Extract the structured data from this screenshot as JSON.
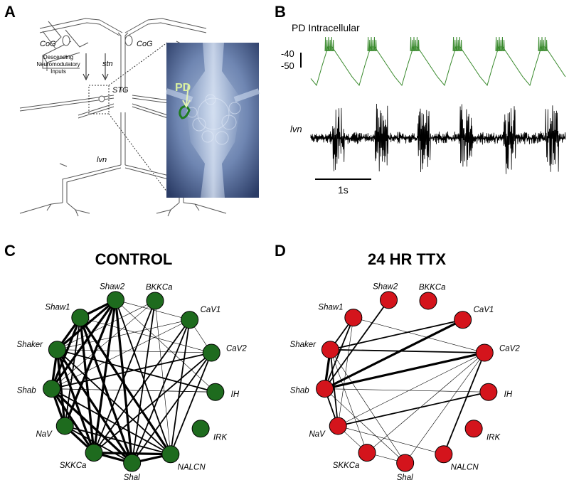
{
  "panel_a": {
    "letter": "A",
    "labels": {
      "cog_left": "CoG",
      "cog_right": "CoG",
      "stn": "stn",
      "stg": "STG",
      "lvn": "lvn",
      "descending_1": "Descending",
      "descending_2": "Neuromodulatory",
      "descending_3": "Inputs",
      "pd": "PD"
    },
    "photo_alt": "STG ganglion micrograph"
  },
  "panel_b": {
    "letter": "B",
    "title": "PD Intracellular",
    "scale_top": "-40",
    "scale_bottom": "-50",
    "lvn_label": "lvn",
    "time_scale": "1s",
    "trace_color": "#3a8a2e"
  },
  "panel_c": {
    "letter": "C",
    "title": "CONTROL",
    "node_color": "#1e6b1e"
  },
  "panel_d": {
    "letter": "D",
    "title": "24 HR TTX",
    "node_color": "#d4141c"
  },
  "nodes": [
    "BKKCa",
    "CaV1",
    "CaV2",
    "IH",
    "IRK",
    "NALCN",
    "Shal",
    "SKKCa",
    "NaV",
    "Shab",
    "Shaker",
    "Shaw1",
    "Shaw2"
  ],
  "network_control": {
    "edges": [
      [
        "Shaw2",
        "Shaw1",
        3
      ],
      [
        "Shaw2",
        "Shaker",
        3
      ],
      [
        "Shaw2",
        "Shab",
        3
      ],
      [
        "Shaw2",
        "NaV",
        3
      ],
      [
        "Shaw2",
        "SKKCa",
        3
      ],
      [
        "Shaw2",
        "Shal",
        3
      ],
      [
        "Shaw2",
        "NALCN",
        2
      ],
      [
        "Shaw2",
        "CaV1",
        1
      ],
      [
        "Shaw2",
        "IH",
        1
      ],
      [
        "Shaw1",
        "Shaker",
        3
      ],
      [
        "Shaw1",
        "Shab",
        3
      ],
      [
        "Shaw1",
        "NaV",
        2
      ],
      [
        "Shaw1",
        "SKKCa",
        3
      ],
      [
        "Shaw1",
        "Shal",
        3
      ],
      [
        "Shaw1",
        "NALCN",
        3
      ],
      [
        "Shaw1",
        "CaV2",
        1
      ],
      [
        "Shaker",
        "Shab",
        3
      ],
      [
        "Shaker",
        "NaV",
        3
      ],
      [
        "Shaker",
        "SKKCa",
        3
      ],
      [
        "Shaker",
        "Shal",
        3
      ],
      [
        "Shaker",
        "NALCN",
        2
      ],
      [
        "Shaker",
        "IH",
        2
      ],
      [
        "Shaker",
        "CaV1",
        1
      ],
      [
        "Shab",
        "NaV",
        3
      ],
      [
        "Shab",
        "SKKCa",
        3
      ],
      [
        "Shab",
        "Shal",
        3
      ],
      [
        "Shab",
        "NALCN",
        2
      ],
      [
        "Shab",
        "CaV2",
        2
      ],
      [
        "Shab",
        "IH",
        1
      ],
      [
        "NaV",
        "SKKCa",
        3
      ],
      [
        "NaV",
        "Shal",
        2
      ],
      [
        "NaV",
        "NALCN",
        2
      ],
      [
        "SKKCa",
        "Shal",
        3
      ],
      [
        "SKKCa",
        "NALCN",
        3
      ],
      [
        "SKKCa",
        "CaV1",
        2
      ],
      [
        "SKKCa",
        "CaV2",
        2
      ],
      [
        "SKKCa",
        "BKKCa",
        2
      ],
      [
        "Shal",
        "NALCN",
        3
      ],
      [
        "Shal",
        "CaV1",
        2
      ],
      [
        "Shal",
        "CaV2",
        2
      ],
      [
        "Shal",
        "BKKCa",
        2
      ],
      [
        "NALCN",
        "CaV1",
        2
      ],
      [
        "NALCN",
        "CaV2",
        2
      ],
      [
        "NALCN",
        "BKKCa",
        1
      ],
      [
        "CaV1",
        "CaV2",
        1
      ],
      [
        "CaV1",
        "Shab",
        1
      ],
      [
        "CaV2",
        "Shaker",
        1
      ],
      [
        "BKKCa",
        "Shaker",
        1
      ],
      [
        "BKKCa",
        "Shab",
        1
      ],
      [
        "IH",
        "Shab",
        1
      ]
    ]
  },
  "network_ttx": {
    "edges": [
      [
        "Shaw2",
        "Shab",
        2
      ],
      [
        "Shaw1",
        "Shaker",
        2
      ],
      [
        "Shaw1",
        "Shab",
        2
      ],
      [
        "Shaw1",
        "NaV",
        1
      ],
      [
        "Shaw1",
        "CaV2",
        1
      ],
      [
        "Shaker",
        "Shab",
        3
      ],
      [
        "Shaker",
        "NaV",
        2
      ],
      [
        "Shaker",
        "SKKCa",
        1
      ],
      [
        "Shaker",
        "CaV2",
        2
      ],
      [
        "Shab",
        "NaV",
        2
      ],
      [
        "Shab",
        "CaV2",
        3
      ],
      [
        "Shab",
        "CaV1",
        3
      ],
      [
        "Shab",
        "IH",
        1
      ],
      [
        "Shab",
        "Shal",
        1
      ],
      [
        "NaV",
        "IH",
        2
      ],
      [
        "NaV",
        "SKKCa",
        1
      ],
      [
        "NaV",
        "CaV2",
        1
      ],
      [
        "SKKCa",
        "CaV2",
        1
      ],
      [
        "SKKCa",
        "Shal",
        1
      ],
      [
        "Shal",
        "CaV2",
        1
      ],
      [
        "Shal",
        "Shaker",
        1
      ],
      [
        "NALCN",
        "CaV2",
        2
      ],
      [
        "NALCN",
        "NaV",
        1
      ],
      [
        "CaV1",
        "Shaker",
        2
      ]
    ]
  }
}
